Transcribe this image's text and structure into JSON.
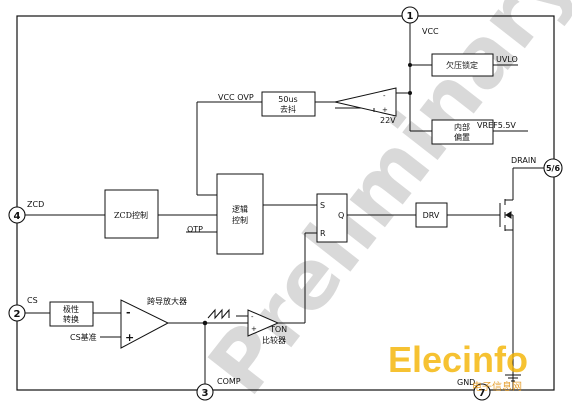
{
  "pins": {
    "vcc": {
      "number": "1",
      "name": "VCC"
    },
    "drain": {
      "number": "5/6",
      "name": "DRAIN"
    },
    "zcd": {
      "number": "4",
      "name": "ZCD"
    },
    "cs": {
      "number": "2",
      "name": "CS"
    },
    "comp": {
      "number": "3",
      "name": "COMP"
    },
    "gnd": {
      "number": "7",
      "name": "GND"
    }
  },
  "blocks": {
    "uvlo_box": "欠压锁定",
    "uvlo_label": "UVLO",
    "vref_box_line1": "内部",
    "vref_box_line2": "偏置",
    "vref_label": "VREF5.5V",
    "debounce_line1": "50us",
    "debounce_line2": "去抖",
    "vcc_ovp": "VCC OVP",
    "ovp_ref": "22V",
    "zcd_ctrl": "ZCD控制",
    "logic_line1": "逻辑",
    "logic_line2": "控制",
    "otp": "OTP",
    "sr_s": "S",
    "sr_q": "Q",
    "sr_r": "R",
    "drv": "DRV",
    "polarity_line1": "极性",
    "polarity_line2": "转换",
    "cs_ref": "CS基准",
    "ota_label": "跨导放大器",
    "ota_minus": "-",
    "ota_plus": "+",
    "comp_minus": "-",
    "comp_plus": "+",
    "ovp_minus": "-",
    "ovp_plus": "+",
    "ton_line1": "TON",
    "ton_line2": "比较器"
  },
  "watermark": {
    "text": "Preliminary",
    "logo": "Elecinfo",
    "logo_sub": "电子信息网"
  }
}
